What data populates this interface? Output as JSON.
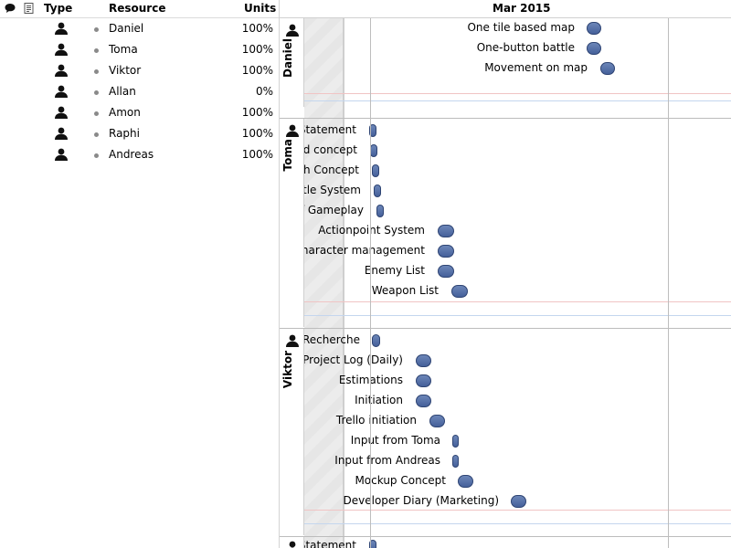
{
  "header": {
    "type": "Type",
    "resource": "Resource",
    "units": "Units",
    "comment_icon": "speech-bubble-icon",
    "note_icon": "note-icon"
  },
  "resources": [
    {
      "name": "Daniel",
      "units": "100%"
    },
    {
      "name": "Toma",
      "units": "100%"
    },
    {
      "name": "Viktor",
      "units": "100%"
    },
    {
      "name": "Allan",
      "units": "0%"
    },
    {
      "name": "Amon",
      "units": "100%"
    },
    {
      "name": "Raphi",
      "units": "100%"
    },
    {
      "name": "Andreas",
      "units": "100%"
    }
  ],
  "timeline": {
    "month": "Mar 2015"
  },
  "groups": [
    {
      "name": "Daniel",
      "tasks": [
        {
          "label": "One tile based map"
        },
        {
          "label": "One-button battle"
        },
        {
          "label": "Movement on map"
        }
      ]
    },
    {
      "name": "Toma",
      "tasks": [
        {
          "label": "Statement"
        },
        {
          "label": "d concept"
        },
        {
          "label": "h Concept"
        },
        {
          "label": "ttle System"
        },
        {
          "label": "f Gameplay"
        },
        {
          "label": "Actionpoint System"
        },
        {
          "label": "Character management"
        },
        {
          "label": "Enemy List"
        },
        {
          "label": "Weapon List"
        }
      ]
    },
    {
      "name": "Viktor",
      "tasks": [
        {
          "label": "Recherche"
        },
        {
          "label": "Project Log (Daily)"
        },
        {
          "label": "Estimations"
        },
        {
          "label": "Initiation"
        },
        {
          "label": "Trello initiation"
        },
        {
          "label": "Input from Toma"
        },
        {
          "label": "Input from Andreas"
        },
        {
          "label": "Mockup Concept"
        },
        {
          "label": "Developer Diary (Marketing)"
        }
      ]
    },
    {
      "name": "",
      "tasks": [
        {
          "label": "Statement"
        }
      ]
    }
  ]
}
